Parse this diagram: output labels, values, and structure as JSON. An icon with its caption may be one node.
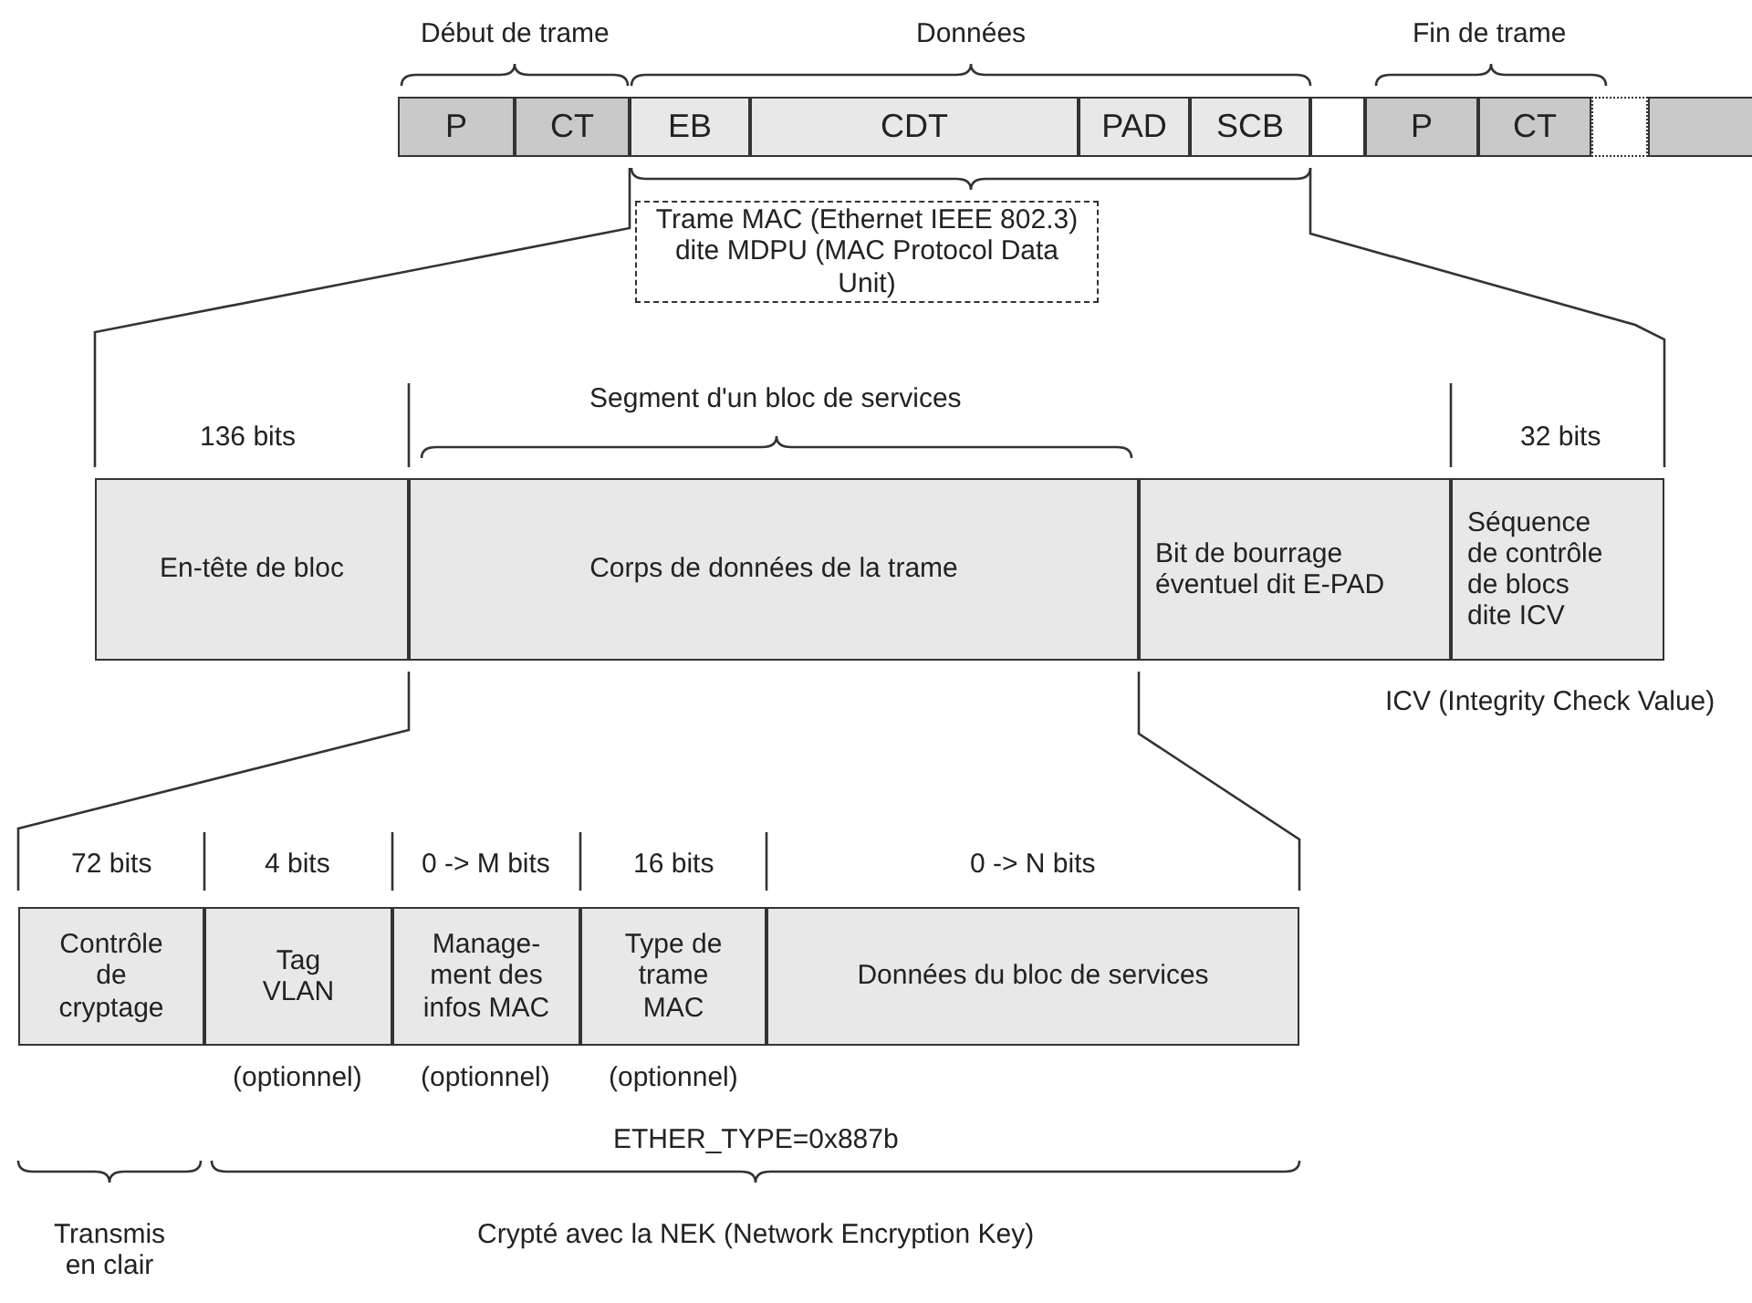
{
  "diagram": {
    "nodes": [
      {
        "text": [
          "P"
        ]
      },
      {
        "text": [
          "CT"
        ]
      },
      {
        "text": [
          "EB"
        ]
      },
      {
        "text": [
          "CDT"
        ]
      },
      {
        "text": [
          "PAD"
        ]
      },
      {
        "text": [
          "SCB"
        ]
      },
      {
        "text": [],
        "shape": "box"
      },
      {
        "text": [
          "P"
        ]
      },
      {
        "text": [
          "CT"
        ]
      },
      {
        "text": [],
        "shape": "box"
      },
      {
        "text": [],
        "shape": "box"
      },
      {
        "text": [
          "Trame MAC (Ethernet IEEE 802.3) dite MDPU (MAC Protocol Data Unit)"
        ]
      },
      {
        "text": [
          "En-tête de bloc"
        ]
      },
      {
        "text": [
          "Corps de données de la trame"
        ]
      },
      {
        "text": [
          "Bit de bourrage éventuel dit E-PAD"
        ]
      },
      {
        "text": [
          "Séquence de contrôle de blocs dite ICV"
        ]
      },
      {
        "text": [
          "Contrôle de cryptage"
        ]
      },
      {
        "text": [
          "Tag VLAN"
        ]
      },
      {
        "text": [
          "Manage-ment des infos MAC"
        ]
      },
      {
        "text": [
          "Type de trame MAC"
        ]
      },
      {
        "text": [
          "Données du bloc de services"
        ]
      }
    ],
    "labels": [
      "Début de trame",
      "Données",
      "Fin de trame",
      "Segment d'un bloc de services",
      "136 bits",
      "32 bits",
      "ICV (Integrity Check Value)",
      "72 bits",
      "4 bits",
      "0 -> M bits",
      "16 bits",
      "0 -> N bits",
      "(optionnel)",
      "(optionnel)",
      "(optionnel)",
      "ETHER_TYPE=0x887b",
      "Transmis en clair",
      "Crypté avec la NEK (Network Encryption Key)"
    ]
  }
}
